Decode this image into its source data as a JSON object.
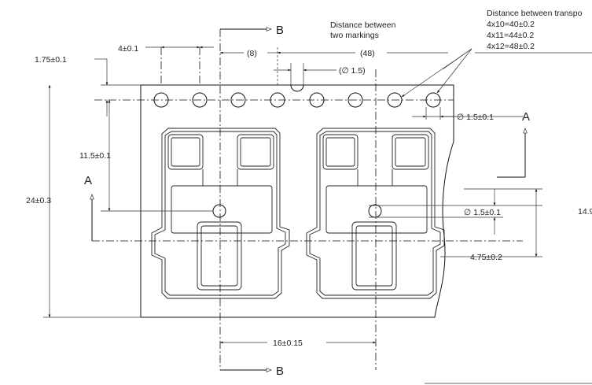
{
  "labels": {
    "section_b": "B",
    "section_a": "A",
    "distance_markings_line1": "Distance between",
    "distance_markings_line2": "two markings",
    "distance_transport_title": "Distance between transpo",
    "transport_4x10": "4x10=40±0.2",
    "transport_4x11": "4x11=44±0.2",
    "transport_4x12": "4x12=48±0.2",
    "dim_pitch": "4±0.1",
    "dim_edge": "1.75±0.1",
    "dim_8": "(8)",
    "dim_48": "(48)",
    "dim_phi_15_ref": "(∅ 1.5)",
    "dim_hole": "∅ 1.5±0.1",
    "dim_11_5": "11.5±0.1",
    "dim_24": "24±0.3",
    "dim_pocket_hole": "∅ 1.5±0.1",
    "dim_4_75": "4.75±0.2",
    "dim_14_9": "14.9",
    "dim_16": "16±0.15"
  }
}
